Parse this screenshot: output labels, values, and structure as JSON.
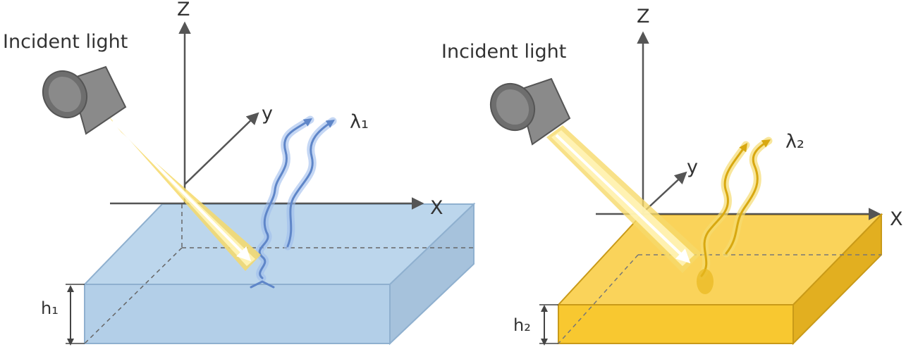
{
  "panels": [
    {
      "incident_label": "Incident light",
      "axis_z": "Z",
      "axis_y": "y",
      "axis_x": "X",
      "wavelength_label": "λ₁",
      "thickness_label": "h₁",
      "colors": {
        "slab_top": "#bcd6ec",
        "slab_front": "#b3cfe8",
        "slab_side": "#a6c2dc",
        "slab_edge": "#8fb0cf",
        "wave": "#5f86c8",
        "wave_glow": "#9fbcec"
      }
    },
    {
      "incident_label": "Incident light",
      "axis_z": "Z",
      "axis_y": "y",
      "axis_x": "X",
      "wavelength_label": "λ₂",
      "thickness_label": "h₂",
      "colors": {
        "slab_top": "#fad35a",
        "slab_front": "#f8c830",
        "slab_side": "#e2af20",
        "slab_edge": "#c99a18",
        "wave": "#d8a810",
        "wave_glow": "#f5dc70"
      }
    }
  ],
  "colors": {
    "axis": "#555555",
    "beam": "#f6d96a",
    "beam_core": "#fff4b8",
    "lamp_body": "#8a8a8a",
    "lamp_face": "#6e6e6e"
  }
}
